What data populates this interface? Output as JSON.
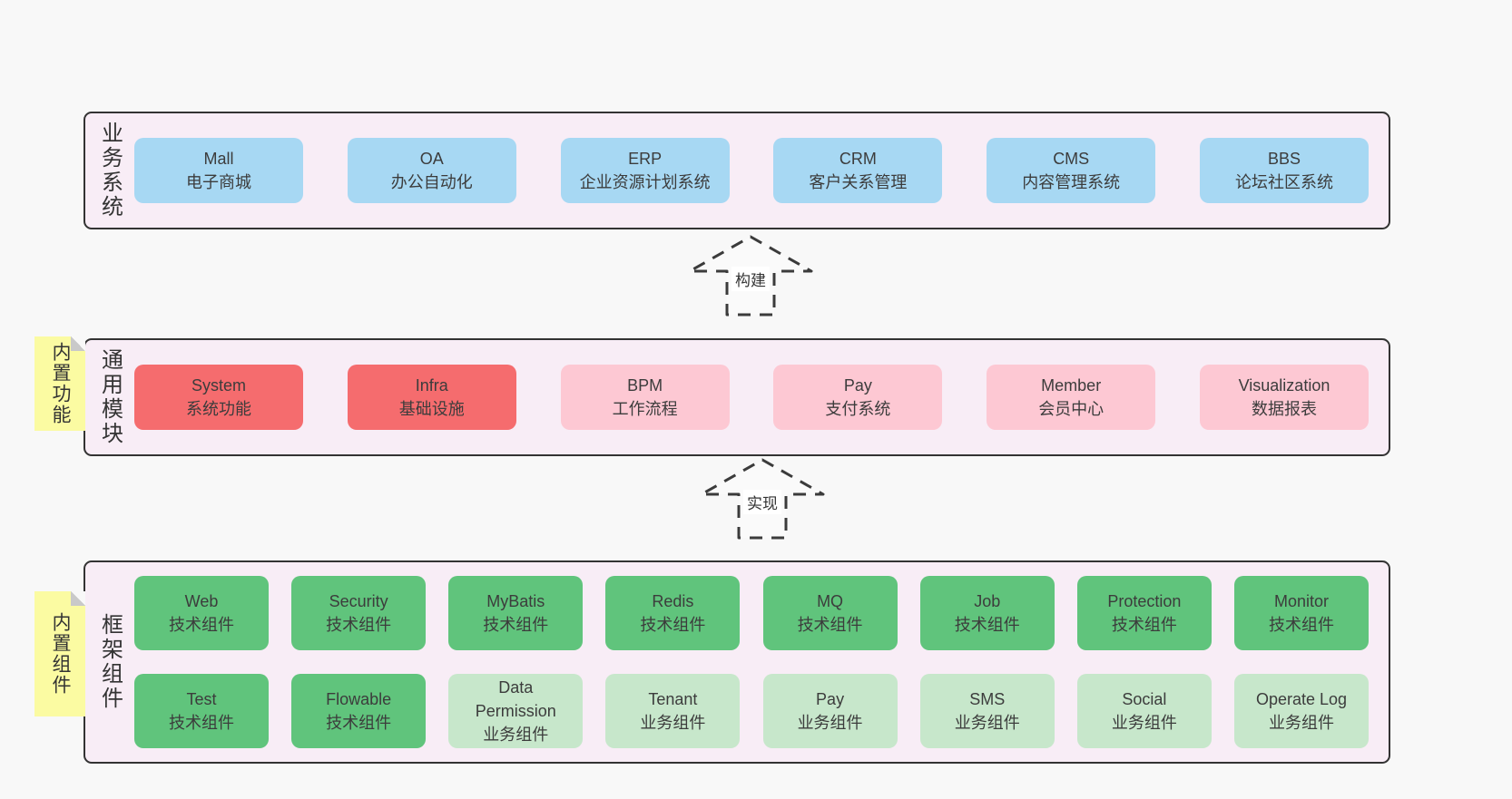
{
  "palette": {
    "page_bg": "#f8f8f8",
    "band_bg": "#f8edf6",
    "band_border": "#333333",
    "blue": "#a7d8f3",
    "red": "#f56c6e",
    "pink": "#fdc8d3",
    "green": "#60c47c",
    "light_green": "#c7e7cb",
    "sticky_yellow": "#fbfba2",
    "sticky_fold": "#c9c9c9",
    "text": "#3c3c3c"
  },
  "arrows": [
    {
      "label": "构建"
    },
    {
      "label": "实现"
    }
  ],
  "bands": [
    {
      "name": "business-systems",
      "label": "业务系统",
      "sticky": null,
      "rows": [
        [
          {
            "title": "Mall",
            "subtitle": "电子商城",
            "color": "blue"
          },
          {
            "title": "OA",
            "subtitle": "办公自动化",
            "color": "blue"
          },
          {
            "title": "ERP",
            "subtitle": "企业资源计划系统",
            "color": "blue"
          },
          {
            "title": "CRM",
            "subtitle": "客户关系管理",
            "color": "blue"
          },
          {
            "title": "CMS",
            "subtitle": "内容管理系统",
            "color": "blue"
          },
          {
            "title": "BBS",
            "subtitle": "论坛社区系统",
            "color": "blue"
          }
        ]
      ]
    },
    {
      "name": "common-modules",
      "label": "通用模块",
      "sticky": "内置功能",
      "rows": [
        [
          {
            "title": "System",
            "subtitle": "系统功能",
            "color": "red"
          },
          {
            "title": "Infra",
            "subtitle": "基础设施",
            "color": "red"
          },
          {
            "title": "BPM",
            "subtitle": "工作流程",
            "color": "pink"
          },
          {
            "title": "Pay",
            "subtitle": "支付系统",
            "color": "pink"
          },
          {
            "title": "Member",
            "subtitle": "会员中心",
            "color": "pink"
          },
          {
            "title": "Visualization",
            "subtitle": "数据报表",
            "color": "pink"
          }
        ]
      ]
    },
    {
      "name": "framework-components",
      "label": "框架组件",
      "sticky": "内置组件",
      "rows": [
        [
          {
            "title": "Web",
            "subtitle": "技术组件",
            "color": "green"
          },
          {
            "title": "Security",
            "subtitle": "技术组件",
            "color": "green"
          },
          {
            "title": "MyBatis",
            "subtitle": "技术组件",
            "color": "green"
          },
          {
            "title": "Redis",
            "subtitle": "技术组件",
            "color": "green"
          },
          {
            "title": "MQ",
            "subtitle": "技术组件",
            "color": "green"
          },
          {
            "title": "Job",
            "subtitle": "技术组件",
            "color": "green"
          },
          {
            "title": "Protection",
            "subtitle": "技术组件",
            "color": "green"
          },
          {
            "title": "Monitor",
            "subtitle": "技术组件",
            "color": "green"
          }
        ],
        [
          {
            "title": "Test",
            "subtitle": "技术组件",
            "color": "green"
          },
          {
            "title": "Flowable",
            "subtitle": "技术组件",
            "color": "green"
          },
          {
            "title": "Data\nPermission",
            "subtitle": "业务组件",
            "color": "light_green"
          },
          {
            "title": "Tenant",
            "subtitle": "业务组件",
            "color": "light_green"
          },
          {
            "title": "Pay",
            "subtitle": "业务组件",
            "color": "light_green"
          },
          {
            "title": "SMS",
            "subtitle": "业务组件",
            "color": "light_green"
          },
          {
            "title": "Social",
            "subtitle": "业务组件",
            "color": "light_green"
          },
          {
            "title": "Operate Log",
            "subtitle": "业务组件",
            "color": "light_green"
          }
        ]
      ]
    }
  ]
}
